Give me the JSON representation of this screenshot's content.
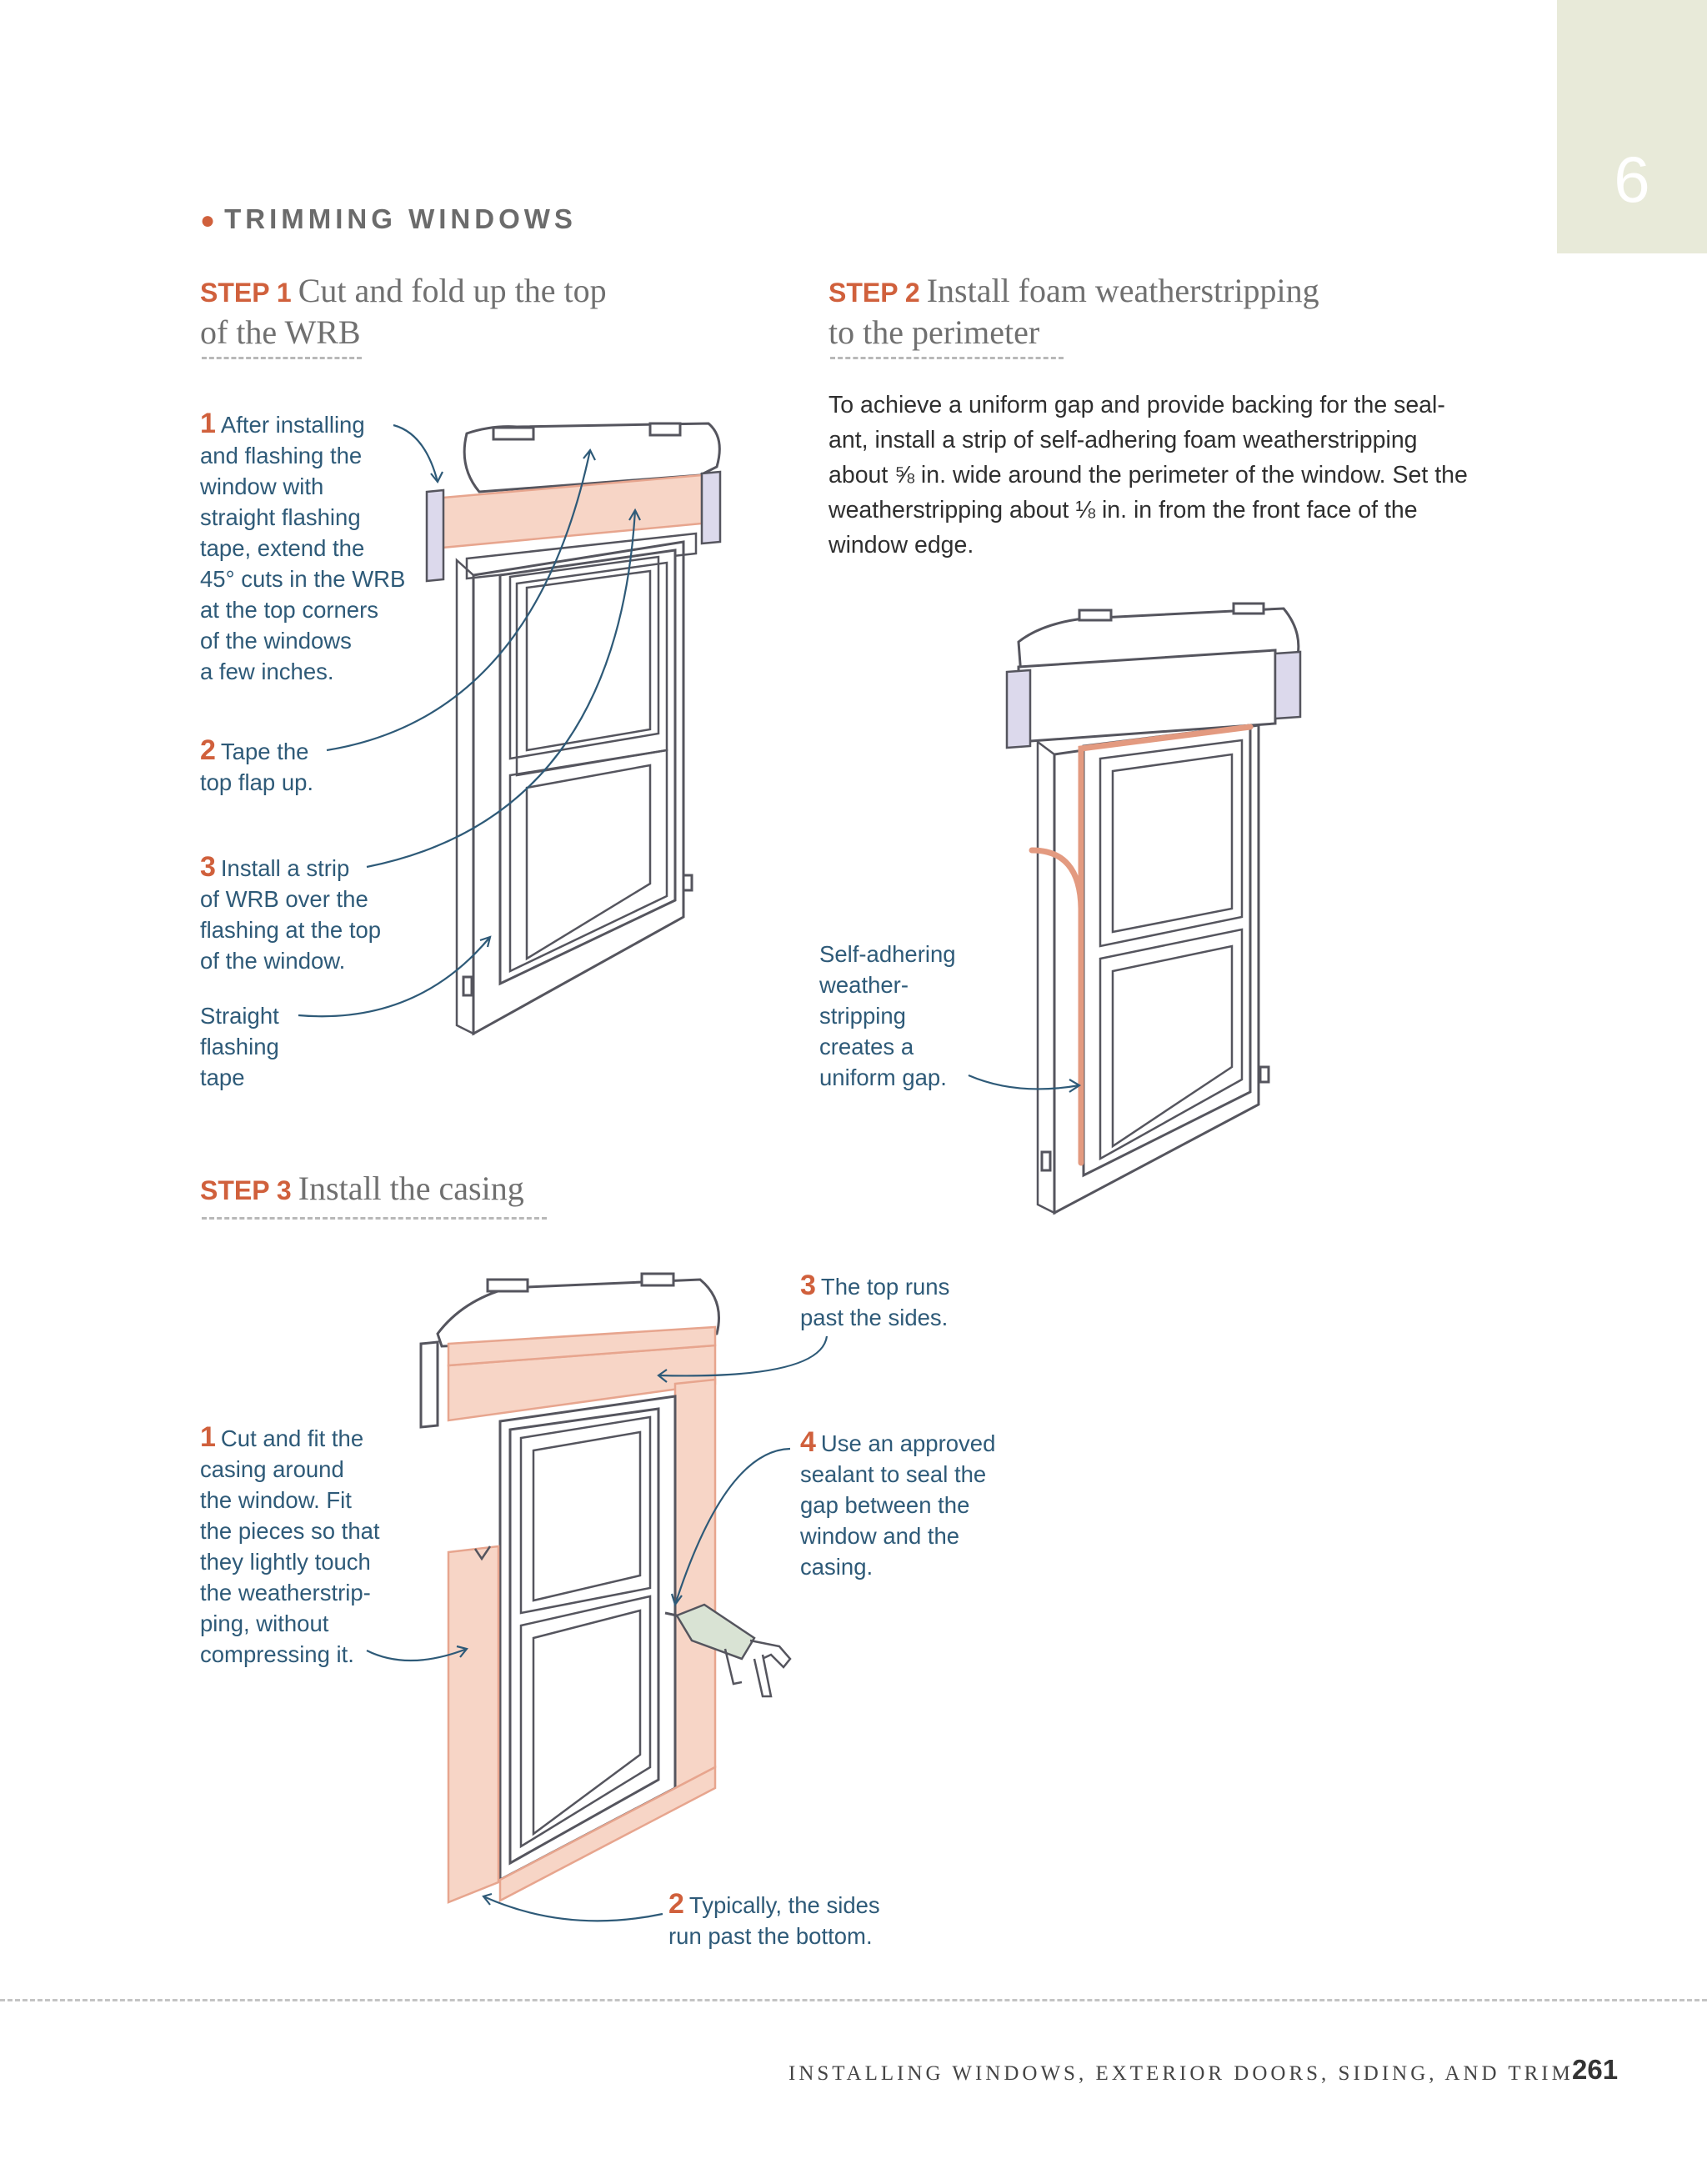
{
  "chapter": {
    "number": "6"
  },
  "section": {
    "title": "TRIMMING WINDOWS"
  },
  "steps": [
    {
      "label": "STEP 1",
      "title_line1": "Cut and fold up the top",
      "title_line2": "of the WRB"
    },
    {
      "label": "STEP 2",
      "title_line1": "Install foam weatherstripping",
      "title_line2": "to the perimeter"
    },
    {
      "label": "STEP 3",
      "title_line1": "Install the casing",
      "title_line2": ""
    }
  ],
  "step2_intro": "To achieve a uniform gap and provide backing for the seal-ant, install a strip of self-adhering foam weatherstripping about ⅝ in. wide around the perimeter of the window. Set the weatherstripping about ⅛ in. in from the front face of the window edge.",
  "step1_callouts": [
    {
      "num": "1",
      "text": "After installing\nand flashing the\nwindow with\nstraight flashing\ntape, extend the\n45° cuts in the WRB\nat the top corners\nof the windows\na few inches."
    },
    {
      "num": "2",
      "text": "Tape the\ntop flap up."
    },
    {
      "num": "3",
      "text": "Install a strip\nof WRB over the\nflashing at the top\nof the window."
    },
    {
      "num": "",
      "text": "Straight\nflashing\ntape"
    }
  ],
  "step2_callouts": [
    {
      "num": "",
      "text": "Self-adhering\nweather-\nstripping\ncreates a\nuniform gap."
    }
  ],
  "step3_callouts": [
    {
      "num": "1",
      "text": "Cut and fit the\ncasing around\nthe window. Fit\nthe pieces so that\nthey lightly touch\nthe weatherstrip-\nping, without\ncompressing it."
    },
    {
      "num": "2",
      "text": "Typically, the sides\nrun past the bottom."
    },
    {
      "num": "3",
      "text": "The top runs\npast the sides."
    },
    {
      "num": "4",
      "text": "Use an approved\nsealant to seal the\ngap between the\nwindow and the\ncasing."
    }
  ],
  "footer": {
    "running_title": "INSTALLING WINDOWS, EXTERIOR DOORS, SIDING, AND TRIM",
    "page_number": "261"
  },
  "colors": {
    "accent": "#d0603c",
    "callout": "#2e5a78",
    "tab": "#e8ead9",
    "casing": "#f7d5c6"
  }
}
